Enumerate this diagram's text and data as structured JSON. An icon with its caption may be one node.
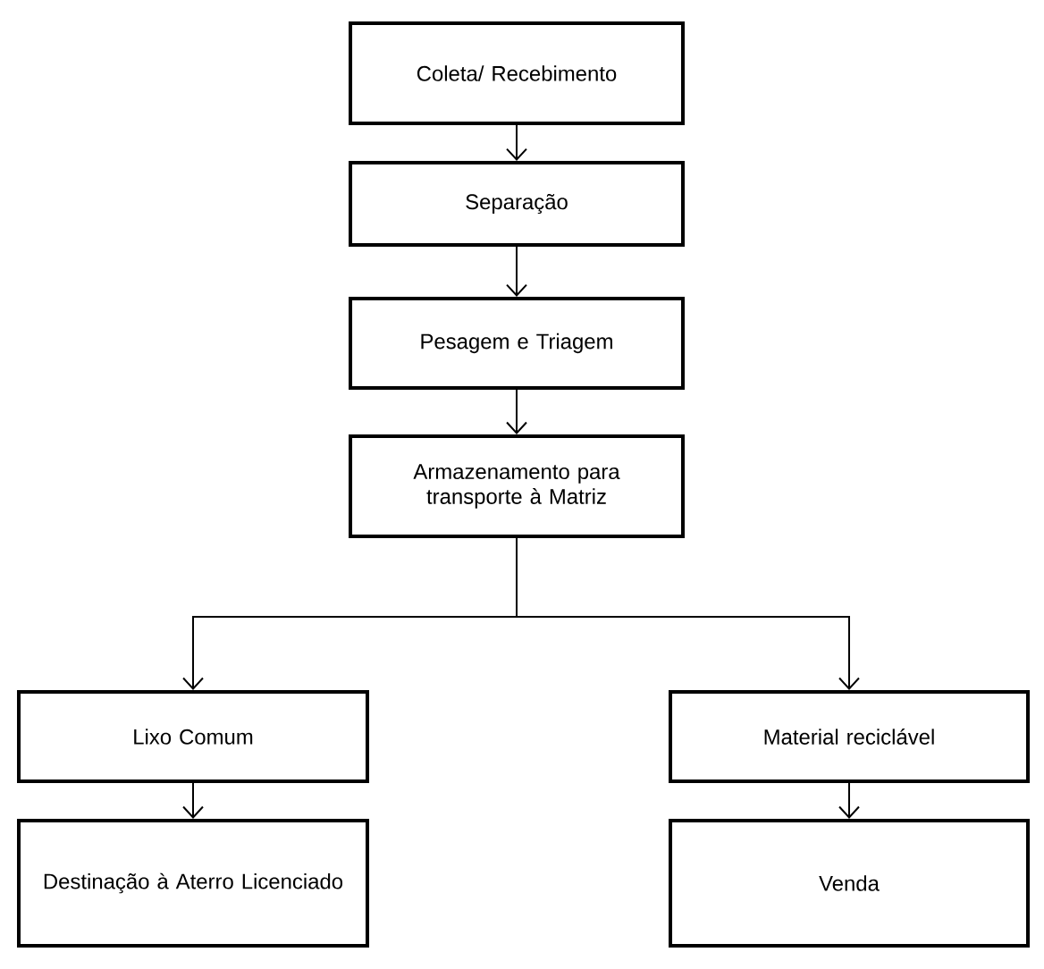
{
  "diagram": {
    "nodes": [
      {
        "text": [
          "Coleta/ Recebimento"
        ]
      },
      {
        "text": [
          "Separação"
        ]
      },
      {
        "text": [
          "Pesagem e Triagem"
        ]
      },
      {
        "text": [
          "Armazenamento para transporte à Matriz"
        ]
      },
      {
        "text": [
          "Lixo Comum"
        ]
      },
      {
        "text": [
          "Material reciclável"
        ]
      },
      {
        "text": [
          "Destinação à Aterro Licenciado"
        ]
      },
      {
        "text": [
          "Venda"
        ]
      }
    ],
    "edges": [
      {
        "from": 0,
        "to": 1,
        "arrow": "to"
      },
      {
        "from": 1,
        "to": 2,
        "arrow": "to"
      },
      {
        "from": 2,
        "to": 3,
        "arrow": "to"
      },
      {
        "from": 3,
        "to": 4,
        "arrow": "to"
      },
      {
        "from": 3,
        "to": 5,
        "arrow": "to"
      },
      {
        "from": 4,
        "to": 6,
        "arrow": "to"
      },
      {
        "from": 5,
        "to": 7,
        "arrow": "to"
      }
    ]
  }
}
